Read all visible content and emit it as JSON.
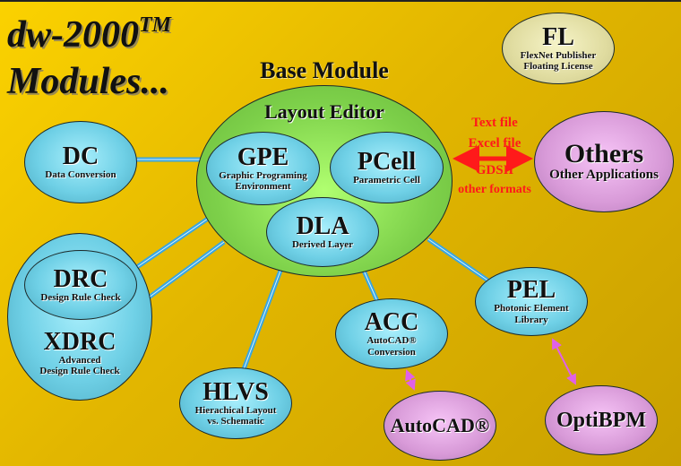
{
  "title": {
    "line1": "dw-2000",
    "tm": "TM",
    "line2": "Modules..."
  },
  "base": {
    "heading": "Base Module",
    "layout_editor": "Layout Editor"
  },
  "modules": {
    "gpe": {
      "name": "GPE",
      "desc": "Graphic Programing Environment"
    },
    "pcell": {
      "name": "PCell",
      "desc": "Parametric Cell"
    },
    "dla": {
      "name": "DLA",
      "desc": "Derived Layer"
    },
    "dc": {
      "name": "DC",
      "desc": "Data Conversion"
    },
    "fl": {
      "name": "FL",
      "desc1": "FlexNet Publisher",
      "desc2": "Floating License"
    },
    "others": {
      "name": "Others",
      "desc": "Other Applications"
    },
    "drc": {
      "name": "DRC",
      "desc": "Design Rule Check"
    },
    "xdrc": {
      "name": "XDRC",
      "desc1": "Advanced",
      "desc2": "Design Rule Check"
    },
    "hlvs": {
      "name": "HLVS",
      "desc1": "Hierachical Layout",
      "desc2": "vs. Schematic"
    },
    "acc": {
      "name": "ACC",
      "desc1": "AutoCAD®",
      "desc2": "Conversion"
    },
    "pel": {
      "name": "PEL",
      "desc1": "Photonic Element",
      "desc2": "Library"
    },
    "autocad": {
      "name": "AutoCAD®"
    },
    "optibpm": {
      "name": "OptiBPM"
    }
  },
  "formats": [
    "Text file",
    "Excel file",
    "GDSII",
    "other formats"
  ],
  "colors": {
    "link": "#3aa6e0",
    "arrow_red": "#ff1a1a",
    "arrow_pink": "#e060e8"
  }
}
